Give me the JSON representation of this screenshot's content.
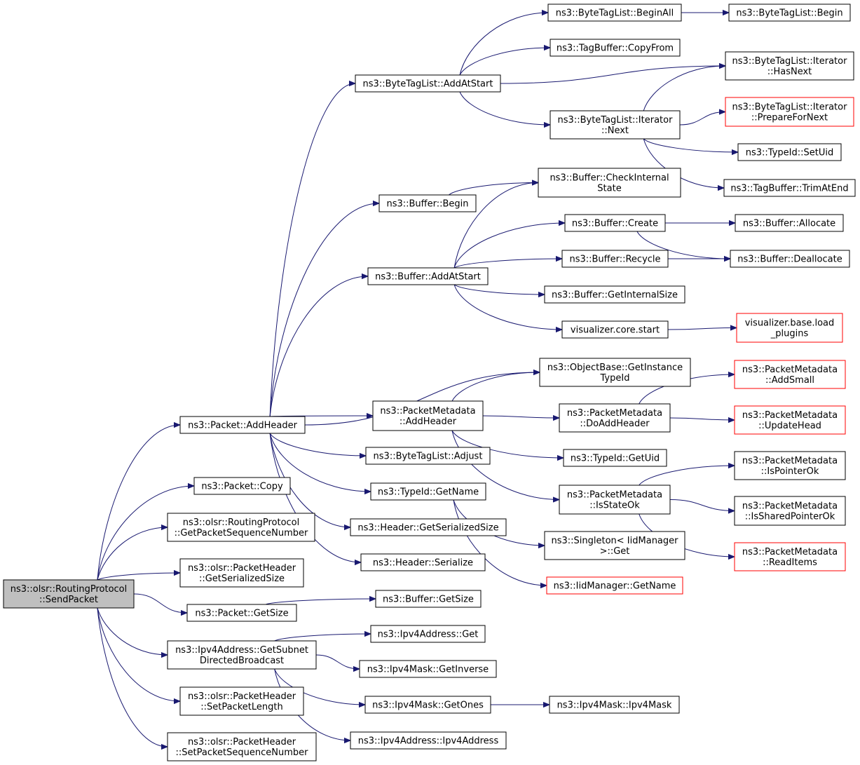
{
  "colors": {
    "edge": "#191970",
    "root_fill": "#bfbfbf",
    "node_border": "#000000",
    "missing_border": "#ff0000"
  },
  "nodes": [
    {
      "id": "n0",
      "lines": [
        "ns3::olsr::RoutingProtocol",
        "::SendPacket"
      ],
      "root": true
    },
    {
      "id": "n1",
      "lines": [
        "ns3::Packet::AddHeader"
      ]
    },
    {
      "id": "n2",
      "lines": [
        "ns3::Packet::Copy"
      ]
    },
    {
      "id": "n3",
      "lines": [
        "ns3::olsr::RoutingProtocol",
        "::GetPacketSequenceNumber"
      ]
    },
    {
      "id": "n4",
      "lines": [
        "ns3::olsr::PacketHeader",
        "::GetSerializedSize"
      ]
    },
    {
      "id": "n5",
      "lines": [
        "ns3::Packet::GetSize"
      ]
    },
    {
      "id": "n6",
      "lines": [
        "ns3::Ipv4Address::GetSubnet",
        "DirectedBroadcast"
      ]
    },
    {
      "id": "n7",
      "lines": [
        "ns3::olsr::PacketHeader",
        "::SetPacketLength"
      ]
    },
    {
      "id": "n8",
      "lines": [
        "ns3::olsr::PacketHeader",
        "::SetPacketSequenceNumber"
      ]
    },
    {
      "id": "n9",
      "lines": [
        "ns3::ByteTagList::AddAtStart"
      ]
    },
    {
      "id": "n10",
      "lines": [
        "ns3::Buffer::Begin"
      ]
    },
    {
      "id": "n11",
      "lines": [
        "ns3::Buffer::AddAtStart"
      ]
    },
    {
      "id": "n12",
      "lines": [
        "ns3::PacketMetadata",
        "::AddHeader"
      ]
    },
    {
      "id": "n13",
      "lines": [
        "ns3::ByteTagList::Adjust"
      ]
    },
    {
      "id": "n14",
      "lines": [
        "ns3::TypeId::GetName"
      ]
    },
    {
      "id": "n15",
      "lines": [
        "ns3::Header::GetSerializedSize"
      ]
    },
    {
      "id": "n16",
      "lines": [
        "ns3::Header::Serialize"
      ]
    },
    {
      "id": "n17",
      "lines": [
        "ns3::Buffer::GetSize"
      ]
    },
    {
      "id": "n18",
      "lines": [
        "ns3::Ipv4Address::Get"
      ]
    },
    {
      "id": "n19",
      "lines": [
        "ns3::Ipv4Mask::GetInverse"
      ]
    },
    {
      "id": "n20",
      "lines": [
        "ns3::Ipv4Mask::GetOnes"
      ]
    },
    {
      "id": "n21",
      "lines": [
        "ns3::Ipv4Address::Ipv4Address"
      ]
    },
    {
      "id": "n22",
      "lines": [
        "ns3::ByteTagList::BeginAll"
      ]
    },
    {
      "id": "n23",
      "lines": [
        "ns3::TagBuffer::CopyFrom"
      ]
    },
    {
      "id": "n24",
      "lines": [
        "ns3::ByteTagList::Iterator",
        "::Next"
      ]
    },
    {
      "id": "n25",
      "lines": [
        "ns3::Buffer::CheckInternal",
        "State"
      ]
    },
    {
      "id": "n26",
      "lines": [
        "ns3::Buffer::Create"
      ]
    },
    {
      "id": "n27",
      "lines": [
        "ns3::Buffer::Recycle"
      ]
    },
    {
      "id": "n28",
      "lines": [
        "ns3::Buffer::GetInternalSize"
      ]
    },
    {
      "id": "n29",
      "lines": [
        "visualizer.core.start"
      ]
    },
    {
      "id": "n30",
      "lines": [
        "ns3::ObjectBase::GetInstance",
        "TypeId"
      ]
    },
    {
      "id": "n31",
      "lines": [
        "ns3::PacketMetadata",
        "::DoAddHeader"
      ]
    },
    {
      "id": "n32",
      "lines": [
        "ns3::TypeId::GetUid"
      ]
    },
    {
      "id": "n33",
      "lines": [
        "ns3::PacketMetadata",
        "::IsStateOk"
      ]
    },
    {
      "id": "n34",
      "lines": [
        "ns3::Singleton< IidManager",
        ">::Get"
      ]
    },
    {
      "id": "n35",
      "lines": [
        "ns3::IidManager::GetName"
      ],
      "red": true
    },
    {
      "id": "n36",
      "lines": [
        "ns3::Ipv4Mask::Ipv4Mask"
      ]
    },
    {
      "id": "n37",
      "lines": [
        "ns3::ByteTagList::Begin"
      ]
    },
    {
      "id": "n38",
      "lines": [
        "ns3::ByteTagList::Iterator",
        "::HasNext"
      ]
    },
    {
      "id": "n39",
      "lines": [
        "ns3::ByteTagList::Iterator",
        "::PrepareForNext"
      ],
      "red": true
    },
    {
      "id": "n40",
      "lines": [
        "ns3::TypeId::SetUid"
      ]
    },
    {
      "id": "n41",
      "lines": [
        "ns3::TagBuffer::TrimAtEnd"
      ]
    },
    {
      "id": "n42",
      "lines": [
        "ns3::Buffer::Allocate"
      ]
    },
    {
      "id": "n43",
      "lines": [
        "ns3::Buffer::Deallocate"
      ]
    },
    {
      "id": "n44",
      "lines": [
        "visualizer.base.load",
        "_plugins"
      ],
      "red": true
    },
    {
      "id": "n45",
      "lines": [
        "ns3::PacketMetadata",
        "::AddSmall"
      ],
      "red": true
    },
    {
      "id": "n46",
      "lines": [
        "ns3::PacketMetadata",
        "::UpdateHead"
      ],
      "red": true
    },
    {
      "id": "n47",
      "lines": [
        "ns3::PacketMetadata",
        "::IsPointerOk"
      ]
    },
    {
      "id": "n48",
      "lines": [
        "ns3::PacketMetadata",
        "::IsSharedPointerOk"
      ]
    },
    {
      "id": "n49",
      "lines": [
        "ns3::PacketMetadata",
        "::ReadItems"
      ],
      "red": true
    }
  ],
  "edges": [
    [
      "n0",
      "n1"
    ],
    [
      "n0",
      "n2"
    ],
    [
      "n0",
      "n3"
    ],
    [
      "n0",
      "n4"
    ],
    [
      "n0",
      "n5"
    ],
    [
      "n0",
      "n6"
    ],
    [
      "n0",
      "n7"
    ],
    [
      "n0",
      "n8"
    ],
    [
      "n1",
      "n9"
    ],
    [
      "n1",
      "n10"
    ],
    [
      "n1",
      "n11"
    ],
    [
      "n1",
      "n30"
    ],
    [
      "n1",
      "n12"
    ],
    [
      "n1",
      "n13"
    ],
    [
      "n1",
      "n14"
    ],
    [
      "n1",
      "n15"
    ],
    [
      "n1",
      "n16"
    ],
    [
      "n5",
      "n17"
    ],
    [
      "n6",
      "n18"
    ],
    [
      "n6",
      "n19"
    ],
    [
      "n6",
      "n20"
    ],
    [
      "n6",
      "n21"
    ],
    [
      "n9",
      "n22"
    ],
    [
      "n9",
      "n23"
    ],
    [
      "n9",
      "n38"
    ],
    [
      "n9",
      "n24"
    ],
    [
      "n22",
      "n37"
    ],
    [
      "n24",
      "n38"
    ],
    [
      "n24",
      "n39"
    ],
    [
      "n24",
      "n40"
    ],
    [
      "n24",
      "n41"
    ],
    [
      "n10",
      "n25"
    ],
    [
      "n11",
      "n25"
    ],
    [
      "n11",
      "n26"
    ],
    [
      "n11",
      "n27"
    ],
    [
      "n11",
      "n28"
    ],
    [
      "n11",
      "n29"
    ],
    [
      "n26",
      "n42"
    ],
    [
      "n26",
      "n43"
    ],
    [
      "n27",
      "n43"
    ],
    [
      "n29",
      "n44"
    ],
    [
      "n12",
      "n30"
    ],
    [
      "n12",
      "n31"
    ],
    [
      "n12",
      "n32"
    ],
    [
      "n12",
      "n33"
    ],
    [
      "n31",
      "n45"
    ],
    [
      "n31",
      "n46"
    ],
    [
      "n33",
      "n47"
    ],
    [
      "n33",
      "n48"
    ],
    [
      "n33",
      "n49"
    ],
    [
      "n14",
      "n34"
    ],
    [
      "n14",
      "n35"
    ],
    [
      "n20",
      "n36"
    ]
  ]
}
